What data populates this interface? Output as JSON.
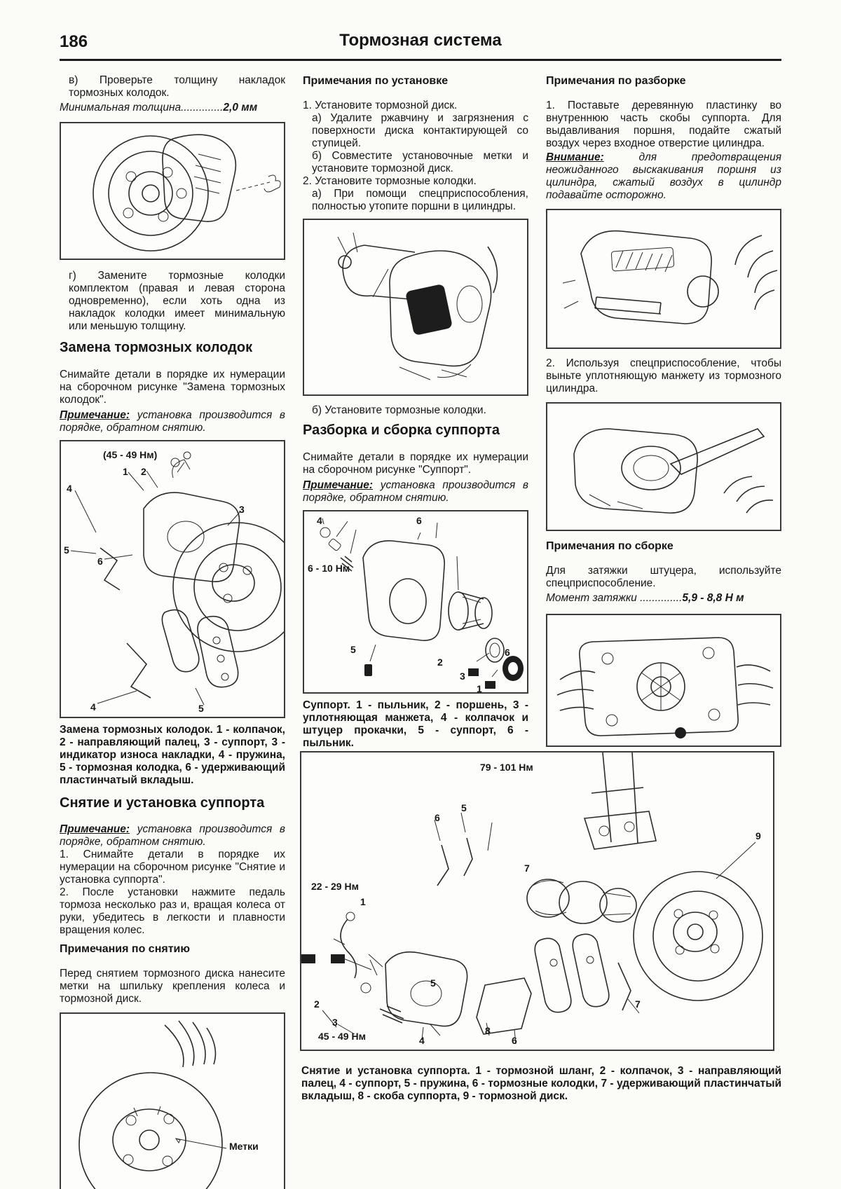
{
  "page": {
    "number": "186",
    "title": "Тормозная система"
  },
  "common": {
    "note_label": "Примечание:",
    "note_text": "установка производится в порядке, обратном снятию."
  },
  "left": {
    "item_v": "в) Проверьте толщину накладок тормозных колодок.",
    "spec_min_label": "Минимальная толщина",
    "spec_min_dots": "..............",
    "spec_min_value": "2,0 мм",
    "item_g": "г) Замените тормозные колодки комплектом (правая и левая сторона одновременно), если хоть одна из накладок колодки имеет минимальную или меньшую толщину.",
    "h_replace": "Замена тормозных колодок",
    "replace_intro": "Снимайте детали в порядке их нумерации на сборочном рисунке \"Замена тормозных колодок\".",
    "fig_pads": {
      "torque": "(45 - 49 Нм)",
      "n1": "1",
      "n2": "2",
      "n3": "3",
      "n4": "4",
      "n5": "5",
      "n6": "6",
      "caption": "Замена тормозных колодок. 1 - колпачок, 2 - направляющий палец, 3 - суппорт, 3 - индикатор износа накладки, 4 - пружина, 5 - тормозная колодка, 6 - удерживающий пластинчатый вкладыш."
    },
    "h_remove": "Снятие и установка суппорта",
    "step1": "1. Снимайте детали в порядке их нумерации на сборочном рисунке \"Снятие и установка суппорта\".",
    "step2": "2. После установки нажмите педаль тормоза несколько раз и, вращая колеса от руки, убедитесь в легкости и плавности вращения колес.",
    "h_removal_notes": "Примечания по снятию",
    "removal_note": "Перед снятием тормозного диска нанесите метки на шпильку крепления колеса и тормозной диск.",
    "fig_marks": {
      "label": "Метки"
    }
  },
  "middle": {
    "h_install_notes": "Примечания по установке",
    "s1": "1. Установите тормозной диск.",
    "s1a": "а) Удалите ржавчину и загрязнения с поверхности диска контактирующей со ступицей.",
    "s1b": "б) Совместите установочные метки и установите тормозной диск.",
    "s2": "2. Установите тормозные колодки.",
    "s2a": "а) При помощи спецприспособления, полностью утопите поршни в цилиндры.",
    "s2b": "б) Установите тормозные колодки.",
    "h_disasm": "Разборка и сборка суппорта",
    "disasm_intro": "Снимайте детали в порядке их нумерации на сборочном рисунке \"Суппорт\".",
    "fig_caliper": {
      "torque": "6 - 10 Нм",
      "n1": "1",
      "n2": "2",
      "n3": "3",
      "n4": "4",
      "n5": "5",
      "n6": "6",
      "caption": "Суппорт. 1 - пыльник, 2 - поршень, 3 - уплотняющая манжета, 4 - колпачок и штуцер прокачки, 5 - суппорт, 6 - пыльник."
    }
  },
  "right": {
    "h_disasm_notes": "Примечания по разборке",
    "p1": "1. Поставьте деревянную пластинку во внутреннюю часть скобы суппорта. Для выдавливания поршня, подайте сжатый воздух через входное отверстие цилиндра.",
    "warn_label": "Внимание:",
    "warn_text": "для предотвращения неожиданного выскакивания поршня из цилиндра, сжатый воздух в цилиндр подавайте осторожно.",
    "p2": "2. Используя спецприспособление, чтобы выньте уплотняющую манжету из тормозного цилиндра.",
    "h_asm_notes": "Примечания по сборке",
    "asm_text": "Для затяжки штуцера, используйте спецприспособление.",
    "torque_label": "Момент затяжки",
    "torque_dots": "..............",
    "torque_value": "5,9 - 8,8 Н м"
  },
  "bottom": {
    "fig_big": {
      "torque_top": "79 - 101 Нм",
      "torque_left": "22 - 29 Нм",
      "torque_pin": "45 - 49 Нм",
      "n1": "1",
      "n2": "2",
      "n3": "3",
      "n4": "4",
      "n5": "5",
      "n6": "6",
      "n7": "7",
      "n8": "8",
      "n9": "9",
      "caption": "Снятие и установка суппорта. 1 - тормозной шланг, 2 - колпачок, 3 - направляющий палец, 4 - суппорт, 5 - пружина, 6 - тормозные колодки, 7 - удерживающий пластинчатый вкладыш, 8 - скоба суппорта, 9 - тормозной диск."
    }
  }
}
